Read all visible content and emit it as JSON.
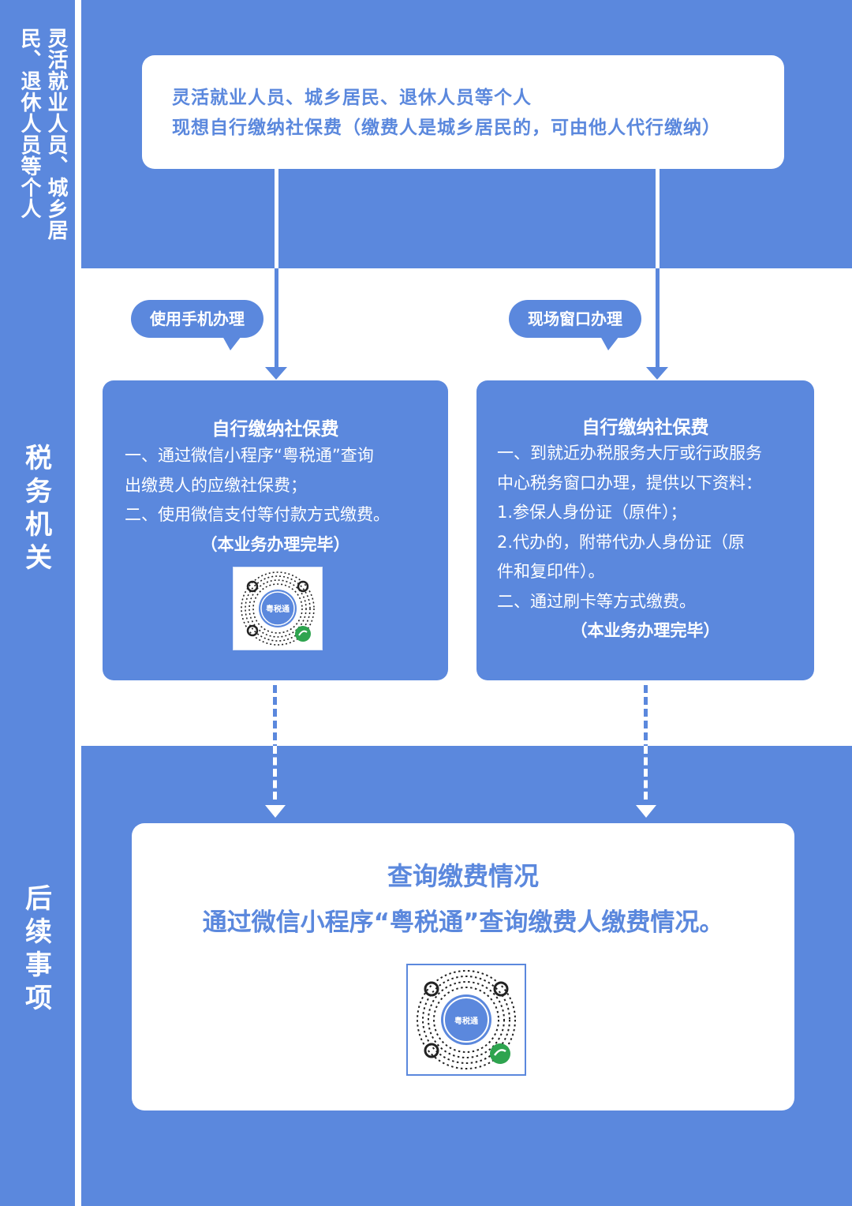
{
  "colors": {
    "primary": "#5b88dd",
    "white": "#ffffff"
  },
  "lanes": [
    {
      "label": "灵活就业人员、城乡居民、退休人员等个人"
    },
    {
      "label": [
        "税",
        "务",
        "机",
        "关"
      ]
    },
    {
      "label": [
        "后",
        "续",
        "事",
        "项"
      ]
    }
  ],
  "top_box": {
    "line1": "灵活就业人员、城乡居民、退休人员等个人",
    "line2": "现想自行缴纳社保费（缴费人是城乡居民的，可由他人代行缴纳）"
  },
  "bubbles": {
    "phone": "使用手机办理",
    "window": "现场窗口办理"
  },
  "phone_card": {
    "title": "自行缴纳社保费",
    "lines": [
      "一、通过微信小程序“粤税通”查询",
      "出缴费人的应缴社保费；",
      "二、使用微信支付等付款方式缴费。"
    ],
    "done": "（本业务办理完毕）",
    "qr_icon": "wechat-mini-program-qr-code"
  },
  "window_card": {
    "title": "自行缴纳社保费",
    "lines": [
      "一、到就近办税服务大厅或行政服务",
      "中心税务窗口办理，提供以下资料：",
      " 1.参保人身份证（原件）；",
      " 2.代办的，附带代办人身份证（原",
      "件和复印件）。",
      "二、通过刷卡等方式缴费。"
    ],
    "done": "（本业务办理完毕）"
  },
  "bottom_box": {
    "title": "查询缴费情况",
    "text": "通过微信小程序“粤税通”查询缴费人缴费情况。",
    "qr_icon": "wechat-mini-program-qr-code"
  }
}
